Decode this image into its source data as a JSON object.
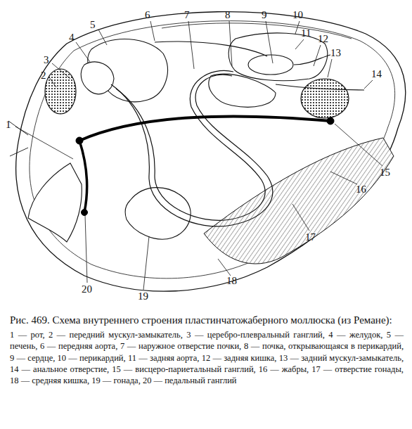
{
  "diagram": {
    "caption": "Рис. 469. Схема внутреннего строения пластинчатожаберного моллюска (из Ремане):",
    "labels": [
      "1",
      "2",
      "3",
      "4",
      "5",
      "6",
      "7",
      "8",
      "9",
      "10",
      "11",
      "12",
      "13",
      "14",
      "15",
      "16",
      "17",
      "18",
      "19",
      "20",
      "1 — рот,",
      "2 — передний мускул-замыкатель,",
      "3 — церебро-плевральный ганглий,",
      "4 — желудок,",
      "5 — печень,",
      "6 — передняя аорта,",
      "7 — наружное отверстие почки,",
      "8 — почка, открывающаяся в перикардий,",
      "9 — сердце,",
      "10 — перикардий,",
      "11 — задняя аорта,",
      "12 — задняя кишка,",
      "13 — задний мускул-замыкатель,",
      "14 — анальное отверстие,",
      "15 — висцеро-париетальный ганглий,",
      "16 — жабры,",
      "17 — отверстие гонады,",
      "18 — средняя кишка,",
      "19 — гонада,",
      "20 — педальный ганглий"
    ]
  }
}
